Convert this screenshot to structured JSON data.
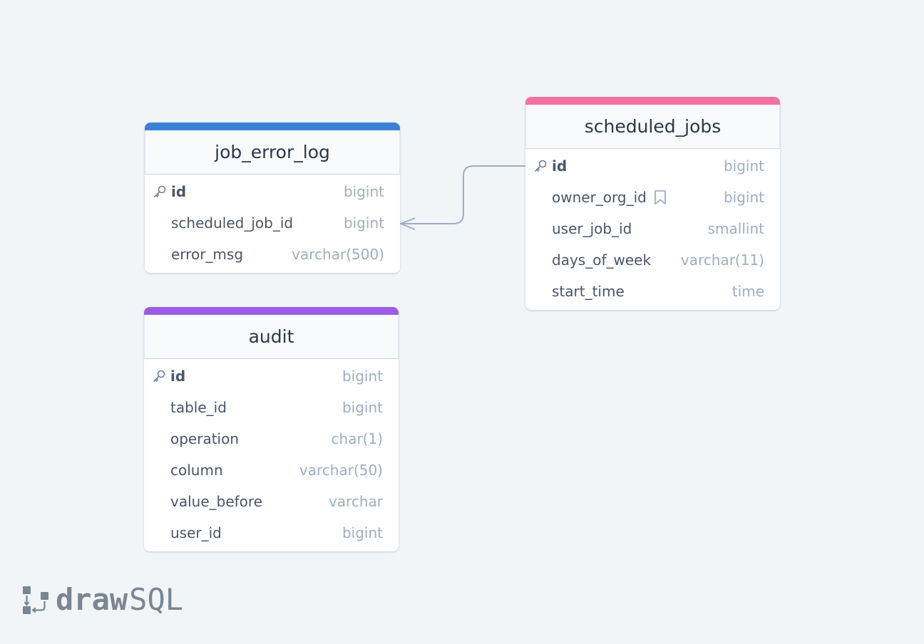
{
  "colors": {
    "background": "#f1f5f8",
    "job_error_log_accent": "#3b82d6",
    "scheduled_jobs_accent": "#f472a0",
    "audit_accent": "#9b5de5",
    "connector": "#a0aec0",
    "logo": "#7a8691"
  },
  "tables": {
    "job_error_log": {
      "name": "job_error_log",
      "rows": [
        {
          "name": "id",
          "type": "bigint",
          "pk": true
        },
        {
          "name": "scheduled_job_id",
          "type": "bigint"
        },
        {
          "name": "error_msg",
          "type": "varchar(500)"
        }
      ]
    },
    "scheduled_jobs": {
      "name": "scheduled_jobs",
      "rows": [
        {
          "name": "id",
          "type": "bigint",
          "pk": true
        },
        {
          "name": "owner_org_id",
          "type": "bigint",
          "icon": "bookmark-icon"
        },
        {
          "name": "user_job_id",
          "type": "smallint"
        },
        {
          "name": "days_of_week",
          "type": "varchar(11)"
        },
        {
          "name": "start_time",
          "type": "time"
        }
      ]
    },
    "audit": {
      "name": "audit",
      "rows": [
        {
          "name": "id",
          "type": "bigint",
          "pk": true
        },
        {
          "name": "table_id",
          "type": "bigint"
        },
        {
          "name": "operation",
          "type": "char(1)"
        },
        {
          "name": "column",
          "type": "varchar(50)"
        },
        {
          "name": "value_before",
          "type": "varchar"
        },
        {
          "name": "user_id",
          "type": "bigint"
        }
      ]
    }
  },
  "relations": [
    {
      "from": "job_error_log.scheduled_job_id",
      "to": "scheduled_jobs.id",
      "from_end": "many",
      "to_end": "one"
    }
  ],
  "logo": {
    "draw": "draw",
    "sql": "SQL",
    "icon": "drawsql-logo-icon"
  }
}
